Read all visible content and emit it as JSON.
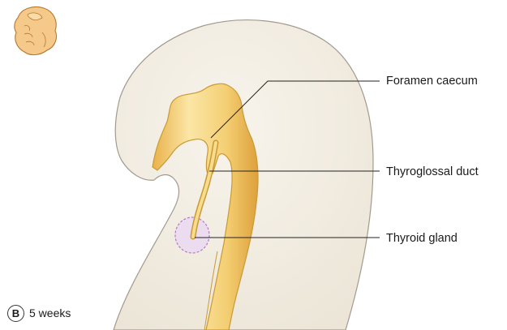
{
  "figure": {
    "panel_letter": "B",
    "stage": "5 weeks",
    "labels": {
      "foramen_caecum": "Foramen caecum",
      "thyroglossal_duct": "Thyroglossal duct",
      "thyroid_gland": "Thyroid gland"
    },
    "colors": {
      "embryo_fill": "#f3eee4",
      "embryo_outline": "#a39a8e",
      "pharynx_fill": "#f6d47f",
      "pharynx_outline": "#c99a34",
      "gland_fill": "#ecdcf0",
      "gland_outline": "#b07bbf",
      "leader_line": "#222222",
      "icon_fill": "#f5c98a",
      "icon_outline": "#b9772e"
    }
  }
}
